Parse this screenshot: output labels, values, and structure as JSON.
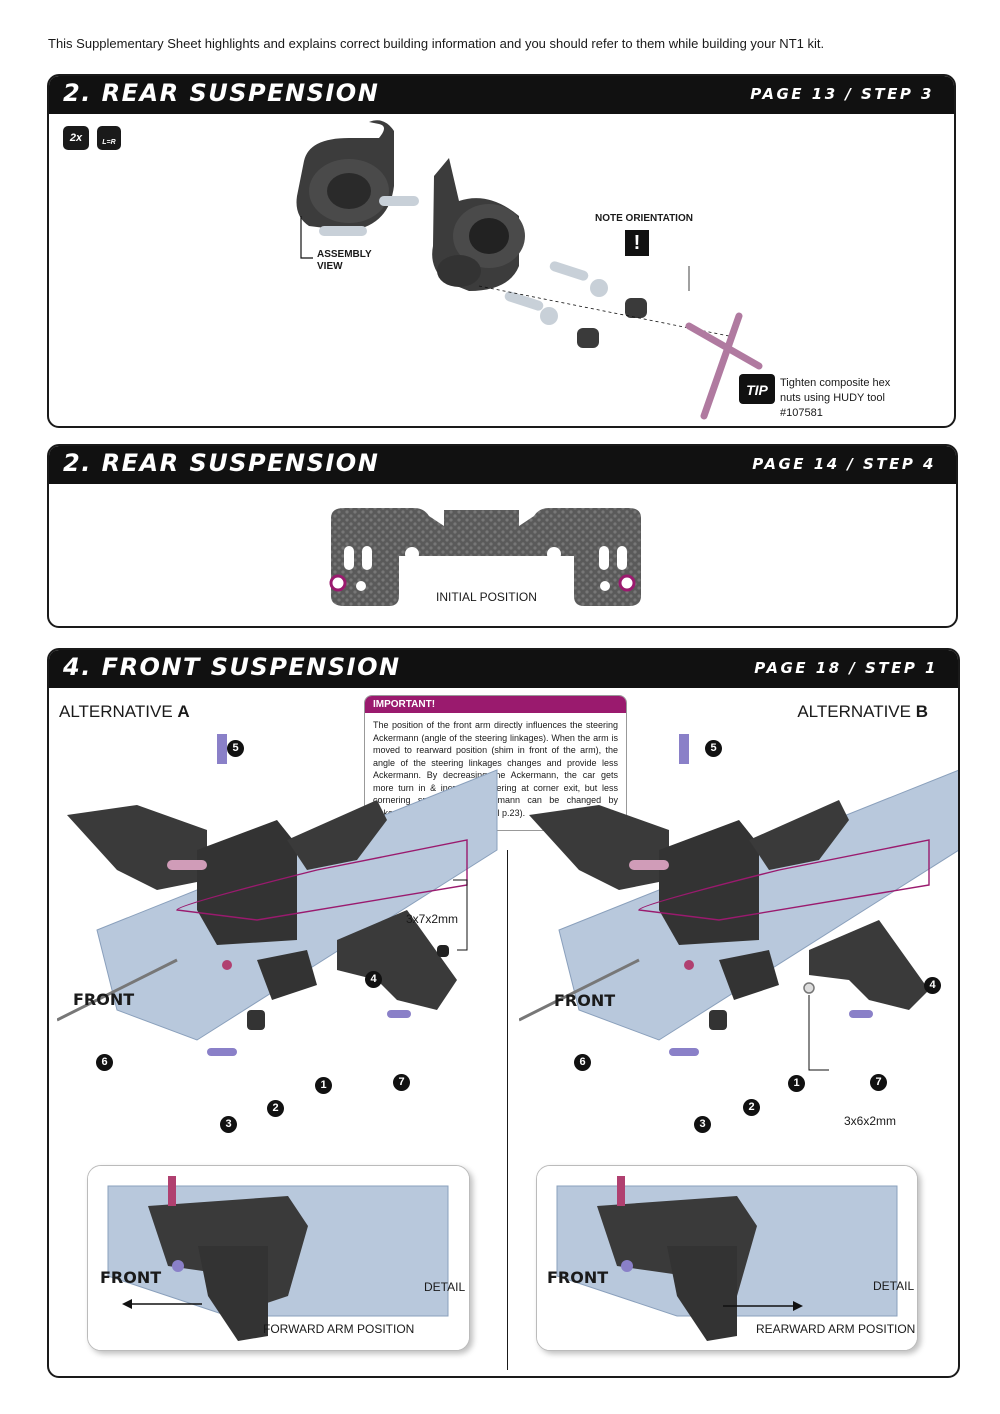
{
  "intro": "This Supplementary Sheet highlights and explains correct building information and you should refer to them while building your NT1 kit.",
  "sections": [
    {
      "title": "2. REAR SUSPENSION",
      "page": "PAGE 13 / STEP 3",
      "badge_qty": "2x",
      "badge_lr": "L=R",
      "assembly_view": "ASSEMBLY VIEW",
      "note_orientation": "NOTE ORIENTATION",
      "tip_label": "TIP",
      "tip_text": "Tighten composite hex nuts using HUDY tool #107581"
    },
    {
      "title": "2. REAR SUSPENSION",
      "page": "PAGE 14 / STEP 4",
      "initial_position": "INITIAL POSITION"
    },
    {
      "title": "4. FRONT SUSPENSION",
      "page": "PAGE 18 / STEP 1",
      "alt_a_prefix": "ALTERNATIVE ",
      "alt_a_letter": "A",
      "alt_b_prefix": "ALTERNATIVE ",
      "alt_b_letter": "B",
      "important_title": "IMPORTANT!",
      "important_text": "The position of the front arm directly influences the steering Ackermann (angle of the steering linkages). When the arm is moved to rearward position (shim in front of the arm), the angle of the steering linkages changes and provide less Ackermann. By decreasing the Ackermann, the car gets more turn in & increased steering at corner exit, but less cornering speed. The Ackermann can be changed by Ackermann inserts (see manual p.23).",
      "front_label": "FRONT",
      "shim_a": "3x7x2mm",
      "shim_b": "3x6x2mm",
      "numbers": [
        "1",
        "2",
        "3",
        "4",
        "5",
        "6",
        "7"
      ],
      "detail_label": "DETAIL",
      "forward_caption": "FORWARD ARM POSITION",
      "rearward_caption": "REARWARD ARM POSITION"
    }
  ],
  "colors": {
    "header_bg": "#111111",
    "accent_magenta": "#9a1a6e",
    "chassis_blue": "#b8c8dc",
    "part_dark": "#3a3a3a",
    "screw_purple": "#8a80c8"
  }
}
